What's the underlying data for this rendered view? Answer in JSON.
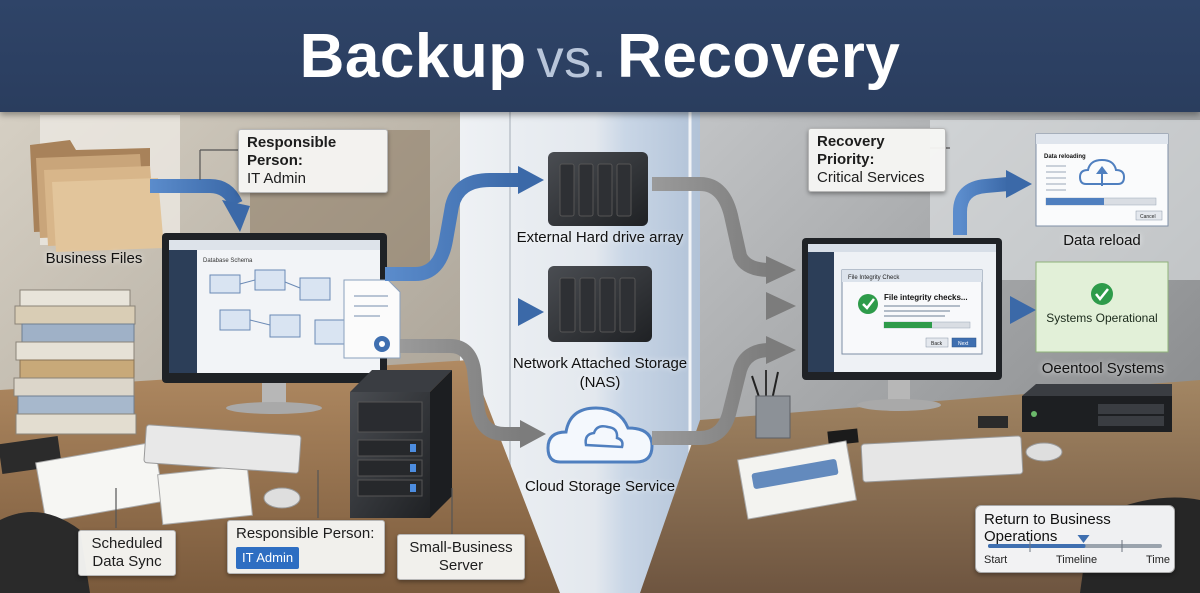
{
  "header": {
    "title_left": "Backup",
    "title_vs": "vs.",
    "title_right": "Recovery"
  },
  "backup": {
    "business_files": "Business Files",
    "responsible_top": {
      "heading": "Responsible Person:",
      "value": "IT Admin"
    },
    "responsible_bottom": {
      "heading": "Responsible Person:",
      "value": "IT Admin"
    },
    "scheduled_sync": [
      "Scheduled",
      "Data Sync"
    ],
    "server": [
      "Small-Business",
      "Server"
    ],
    "monitor_window_title": "Database Schema"
  },
  "storage": {
    "external": "External Hard drive array",
    "nas": [
      "Network Attached Storage",
      "(NAS)"
    ],
    "cloud": "Cloud Storage Service"
  },
  "recovery": {
    "priority": {
      "heading": "Recovery Priority:",
      "value": "Critical Services"
    },
    "dialog_title": "File Integrity Check",
    "dialog_heading": "File integrity checks...",
    "dialog_ok": "Next",
    "dialog_cancel": "Back",
    "data_reload_window_title": "Data reloading",
    "data_reload_button": "Cancel",
    "data_reload": "Data reload",
    "systems_operational": "Systems Operational",
    "operational_systems": "Oeentool Systems",
    "timeline": {
      "title": "Return to Business Operations",
      "start": "Start",
      "middle": "Timeline",
      "end": "Time",
      "marker_position": 0.55
    }
  },
  "colors": {
    "header": "#2f4468",
    "blue_arrow": "#4a79b8",
    "gray_arrow": "#8a8a8a",
    "success": "#2e9b4a",
    "pill": "#2e6ec2"
  }
}
